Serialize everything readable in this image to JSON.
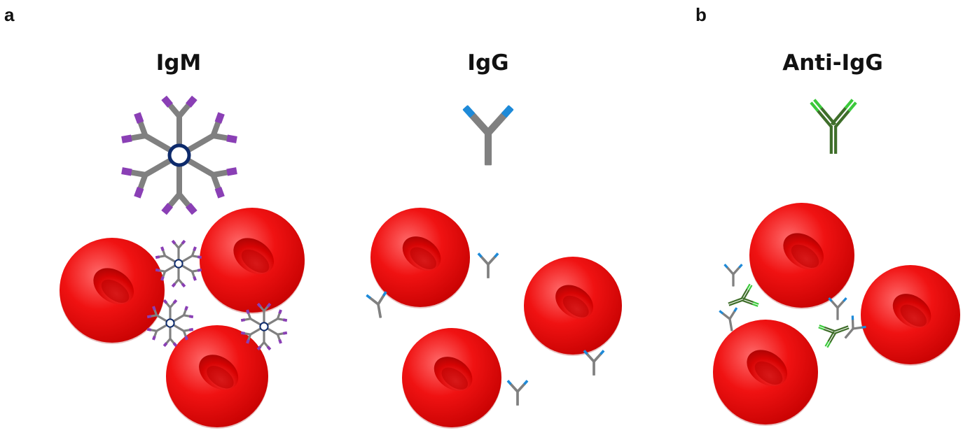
{
  "figure": {
    "panels": [
      {
        "letter": "a"
      },
      {
        "letter": "b"
      }
    ],
    "columns": [
      {
        "title": "IgM"
      },
      {
        "title": "IgG"
      },
      {
        "title": "Anti-IgG"
      }
    ]
  },
  "colors": {
    "rbc": "#e10000",
    "rbc_highlight": "#ff5c5c",
    "rbc_dark": "#a00000",
    "antibody_stem": "#808080",
    "igm_tip": "#8a3fb5",
    "igm_ring": "#0d2a6b",
    "igg_tip": "#1e8ad8",
    "anti_igg_light": "#3bc93b",
    "anti_igg_dark": "#3f6e2a"
  }
}
